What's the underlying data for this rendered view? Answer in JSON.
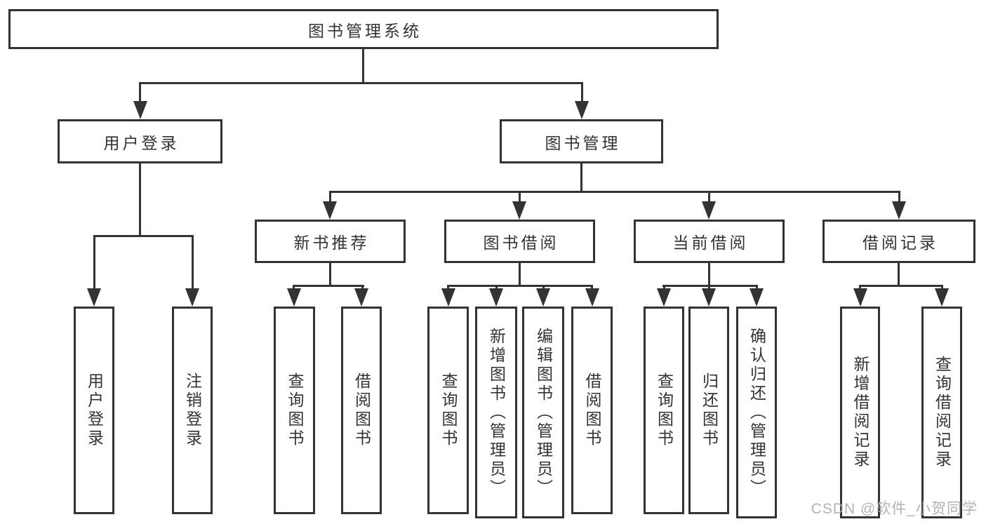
{
  "tree": {
    "root": {
      "label": "图书管理系统"
    },
    "branches": [
      {
        "label": "用户登录",
        "children": [
          {
            "label": "用户登录"
          },
          {
            "label": "注销登录"
          }
        ]
      },
      {
        "label": "图书管理",
        "children": [
          {
            "label": "新书推荐",
            "children": [
              {
                "label": "查询图书"
              },
              {
                "label": "借阅图书"
              }
            ]
          },
          {
            "label": "图书借阅",
            "children": [
              {
                "label": "查询图书"
              },
              {
                "label": "新增图书（管理员）"
              },
              {
                "label": "编辑图书（管理员）"
              },
              {
                "label": "借阅图书"
              }
            ]
          },
          {
            "label": "当前借阅",
            "children": [
              {
                "label": "查询图书"
              },
              {
                "label": "归还图书"
              },
              {
                "label": "确认归还（管理员）"
              }
            ]
          },
          {
            "label": "借阅记录",
            "children": [
              {
                "label": "新增借阅记录"
              },
              {
                "label": "查询借阅记录"
              }
            ]
          }
        ]
      }
    ]
  },
  "watermark": {
    "text": "CSDN @软件_小贺同学"
  },
  "colors": {
    "line": "#333333",
    "text": "#333333",
    "box_border": "#333333",
    "background": "#ffffff",
    "watermark": "#aaaaaa"
  }
}
